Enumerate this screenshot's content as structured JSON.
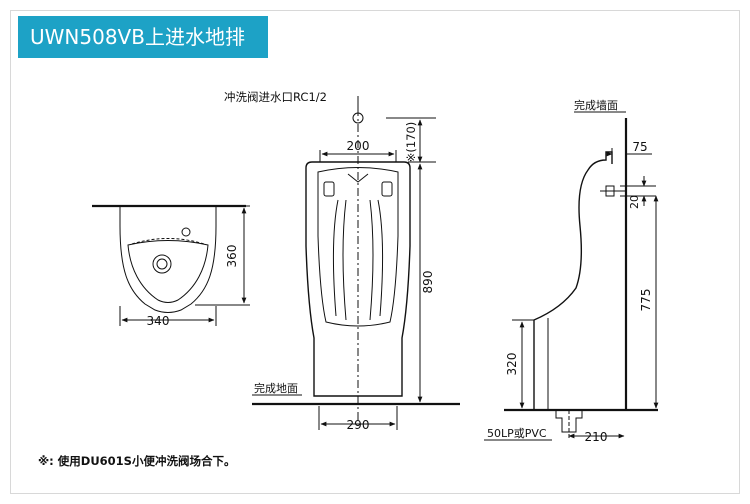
{
  "title": "UWN508VB上进水地排",
  "labels": {
    "inlet_valve": "冲洗阀进水口RC1/2",
    "finished_wall": "完成墙面",
    "finished_floor": "完成地面",
    "drain_pipe": "50LP或PVC",
    "footnote": "※: 使用DU601S小便冲洗阀场合下。"
  },
  "dimensions": {
    "inlet_spacing": "200",
    "inlet_height_note": "※(170)",
    "total_height": "890",
    "front_base_width": "290",
    "top_view_width": "340",
    "top_view_depth": "360",
    "wall_offset": "75",
    "bracket_gap": "20",
    "upper_height": "775",
    "lower_height": "320",
    "drain_offset": "210"
  },
  "colors": {
    "title_background": "#1da2c6",
    "title_text": "#ffffff",
    "line": "#111111"
  }
}
